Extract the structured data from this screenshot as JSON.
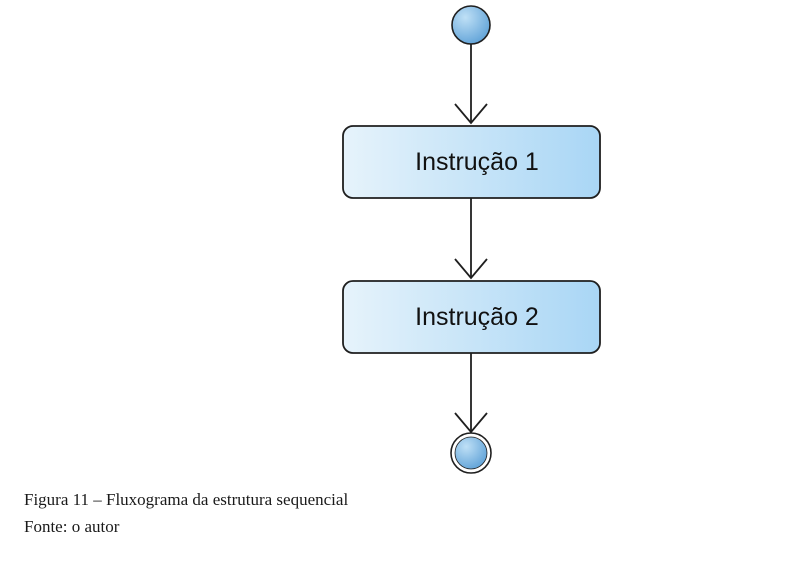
{
  "diagram": {
    "type": "sequential-flowchart",
    "nodes": [
      {
        "id": "start",
        "kind": "initial-node"
      },
      {
        "id": "step1",
        "kind": "action",
        "label": "Instrução 1"
      },
      {
        "id": "step2",
        "kind": "action",
        "label": "Instrução 2"
      },
      {
        "id": "end",
        "kind": "final-node"
      }
    ],
    "edges": [
      {
        "from": "start",
        "to": "step1"
      },
      {
        "from": "step1",
        "to": "step2"
      },
      {
        "from": "step2",
        "to": "end"
      }
    ],
    "colors": {
      "node_fill_light": "#e6f3fb",
      "node_fill_dark": "#a9d6f5",
      "node_stroke": "#1f1f1f",
      "circle_fill_light": "#bfe0f6",
      "circle_fill_dark": "#5b9fd6",
      "edge_color": "#1f1f1f"
    }
  },
  "caption": {
    "figure": "Figura 11 – Fluxograma da estrutura sequencial",
    "source": "Fonte: o autor"
  }
}
